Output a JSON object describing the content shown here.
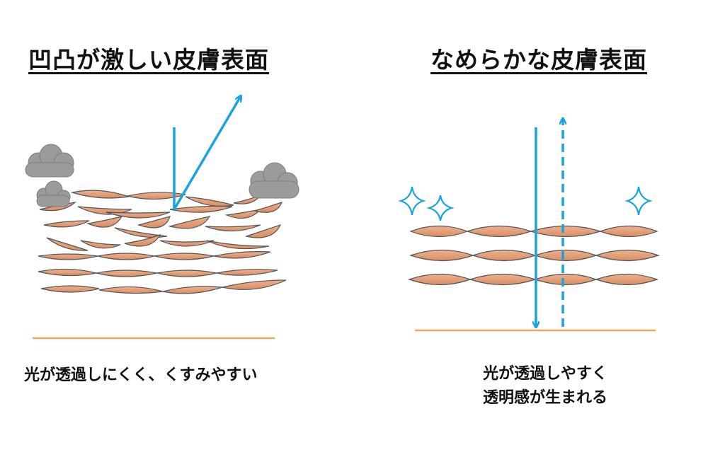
{
  "left_panel": {
    "title": "凹凸が激しい皮膚表面",
    "caption": "光が透過しにくく、くすみやすい"
  },
  "right_panel": {
    "title": "なめらかな皮膚表面",
    "caption_line1": "光が透過しやすく",
    "caption_line2": "透明感が生まれる"
  },
  "colors": {
    "light_arrow": "#1aa3de",
    "skin_scale_fill": "#e3a27a",
    "skin_scale_stroke": "#555555",
    "base_line": "#f0a35a",
    "cloud": "#9a9a9a",
    "sparkle": "#1aa3de"
  },
  "icons": {
    "dullness": "cloud-icon",
    "shine": "sparkle-icon"
  }
}
